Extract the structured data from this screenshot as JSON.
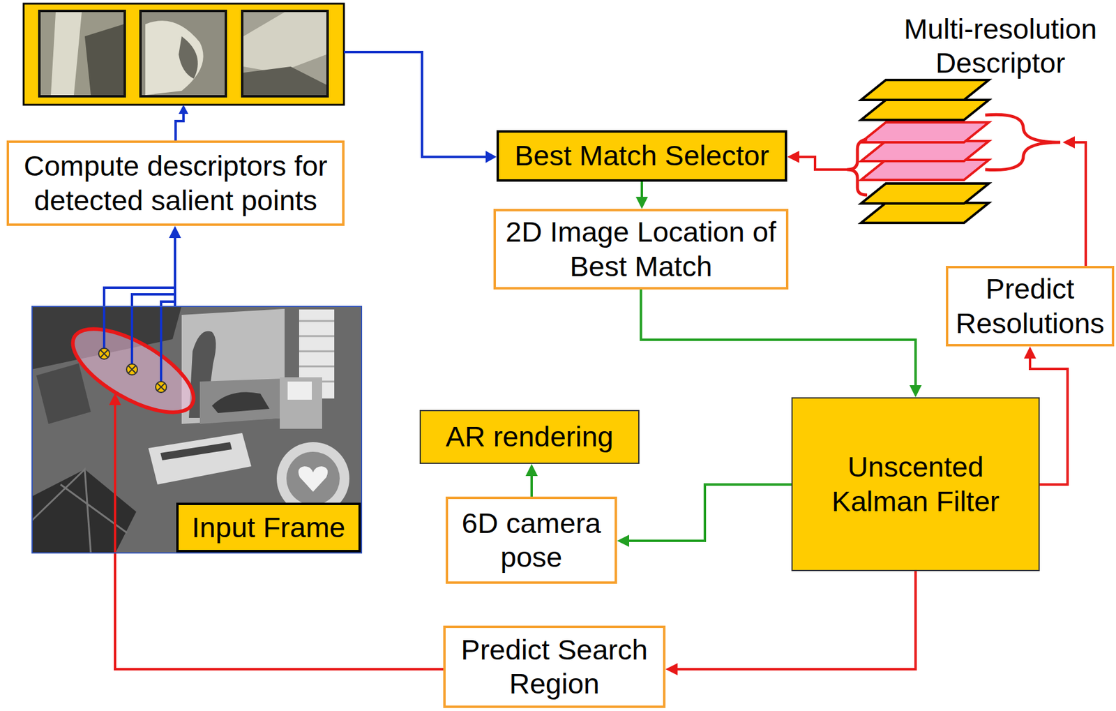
{
  "diagram": {
    "nodes": [
      {
        "text": [
          "Multi-resolution Descriptor"
        ]
      },
      {
        "text": [
          "Best Match Selector"
        ]
      },
      {
        "text": [
          "Compute descriptors for detected salient points"
        ]
      },
      {
        "text": [
          "2D Image Location of Best Match"
        ]
      },
      {
        "text": [
          "Predict Resolutions"
        ]
      },
      {
        "text": [
          "Input Frame"
        ]
      },
      {
        "text": [
          "AR rendering"
        ]
      },
      {
        "text": [
          "Unscented Kalman Filter"
        ]
      },
      {
        "text": [
          "6D camera pose"
        ]
      },
      {
        "text": [
          "Predict Search Region"
        ]
      }
    ],
    "edges": [
      {
        "from": 5,
        "to": 2,
        "arrow": "to"
      },
      {
        "from": 1,
        "to": 3,
        "arrow": "to"
      },
      {
        "from": 3,
        "to": 7,
        "arrow": "to"
      },
      {
        "from": 7,
        "to": 8,
        "arrow": "to"
      },
      {
        "from": 8,
        "to": 6,
        "arrow": "to"
      },
      {
        "from": 7,
        "to": 4,
        "arrow": "to"
      },
      {
        "from": 4,
        "to": 0,
        "arrow": "to"
      },
      {
        "from": 0,
        "to": 1,
        "arrow": "to"
      },
      {
        "from": 7,
        "to": 9,
        "arrow": "to"
      },
      {
        "from": 9,
        "to": 5,
        "arrow": "to"
      }
    ]
  }
}
